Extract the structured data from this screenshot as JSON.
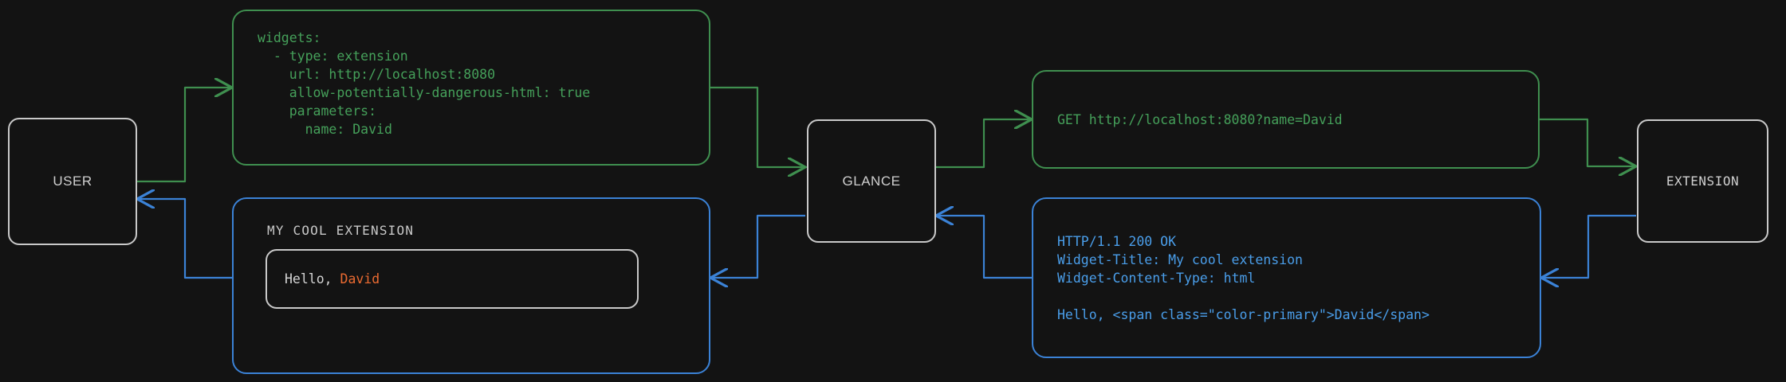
{
  "diagram": {
    "title": "Glance extension widget request flow",
    "background_color": "#131313",
    "colors": {
      "request_green": "#3f8f4f",
      "request_green_text": "#45a05a",
      "response_blue": "#3b82d6",
      "response_blue_text": "#4a9eea",
      "node_border": "#c9c9c9",
      "node_text": "#cfcfcf",
      "accent_orange": "#ea6a31"
    }
  },
  "nodes": {
    "user": {
      "label": "USER"
    },
    "glance": {
      "label": "GLANCE"
    },
    "extension": {
      "label": "EXTENSION"
    }
  },
  "config_block": {
    "lines": [
      "widgets:",
      "  - type: extension",
      "    url: http://localhost:8080",
      "    allow-potentially-dangerous-html: true",
      "    parameters:",
      "      name: David"
    ]
  },
  "request_block": {
    "lines": [
      "GET http://localhost:8080?name=David"
    ]
  },
  "response_block": {
    "lines": [
      "HTTP/1.1 200 OK",
      "Widget-Title: My cool extension",
      "Widget-Content-Type: html",
      "",
      "Hello, <span class=\"color-primary\">David</span>"
    ]
  },
  "widget_preview": {
    "title": "MY COOL EXTENSION",
    "body_prefix": "Hello, ",
    "body_name": "David"
  },
  "edges": [
    {
      "name": "user-to-config",
      "from": "user",
      "to": "config_block",
      "kind": "request"
    },
    {
      "name": "config-to-glance",
      "from": "config_block",
      "to": "glance",
      "kind": "request"
    },
    {
      "name": "glance-to-request",
      "from": "glance",
      "to": "request_block",
      "kind": "request"
    },
    {
      "name": "request-to-extension",
      "from": "request_block",
      "to": "extension",
      "kind": "request"
    },
    {
      "name": "extension-to-response",
      "from": "extension",
      "to": "response_block",
      "kind": "response"
    },
    {
      "name": "response-to-glance",
      "from": "response_block",
      "to": "glance",
      "kind": "response"
    },
    {
      "name": "glance-to-widget",
      "from": "glance",
      "to": "widget_preview",
      "kind": "response"
    },
    {
      "name": "widget-to-user",
      "from": "widget_preview",
      "to": "user",
      "kind": "response"
    }
  ]
}
